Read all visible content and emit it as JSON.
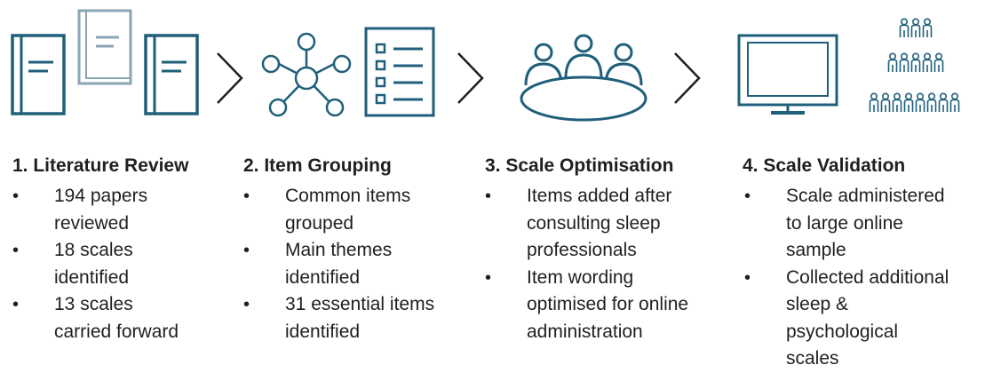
{
  "colors": {
    "icon": "#1f5f7a",
    "icon_light": "#8aa6b5",
    "text": "#1f1f1f",
    "background": "#ffffff"
  },
  "icons": {
    "step1": [
      "book-icon",
      "document-icon",
      "book-icon"
    ],
    "step2": [
      "network-hub-icon",
      "checklist-icon"
    ],
    "step3": [
      "meeting-table-icon"
    ],
    "step4": [
      "computer-monitor-icon",
      "crowd-icon"
    ],
    "separators": [
      "chevron-right-icon",
      "chevron-right-icon",
      "chevron-right-icon"
    ]
  },
  "steps": [
    {
      "title": "1. Literature Review",
      "bullets": [
        "194 papers\nreviewed",
        "18 scales\nidentified",
        "13 scales\ncarried forward"
      ]
    },
    {
      "title": "2. Item Grouping",
      "bullets": [
        "Common items\ngrouped",
        "Main themes\nidentified",
        "31 essential items\nidentified"
      ]
    },
    {
      "title": "3. Scale Optimisation",
      "bullets": [
        "Items added after\nconsulting sleep\nprofessionals",
        "Item wording\noptimised for online\nadministration"
      ]
    },
    {
      "title": "4. Scale Validation",
      "bullets": [
        "Scale administered\nto large online\nsample",
        "Collected additional\nsleep &\npsychological\nscales"
      ]
    }
  ]
}
